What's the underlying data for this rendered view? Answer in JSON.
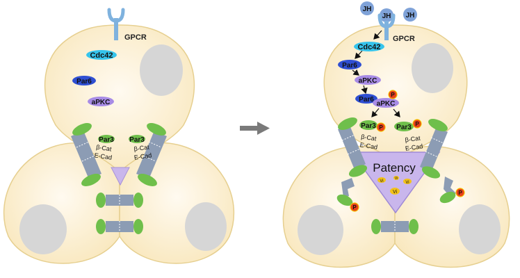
{
  "colors": {
    "cell_fill": "#fdf1d3",
    "cell_stroke": "#e6cf8f",
    "nucleus": "#d6d6d6",
    "receptor": "#7fb2de",
    "cdc42": "#35c4ec",
    "par6": "#2f4fd2",
    "apkc": "#a88ce6",
    "par3": "#6fbf4b",
    "junction": "#8c9cb4",
    "phospho": "#e8401a",
    "lumen": "#c9b6ec",
    "arrow": "#7a7a7a",
    "jh": "#7fa2d8"
  },
  "left_panel": {
    "receptor_label": "GPCR",
    "cdc42": "Cdc42",
    "par6": "Par6",
    "apkc": "aPKC",
    "par3_left": "Par3",
    "par3_right": "Par3",
    "bcat_left": "β-Cat",
    "ecad_left": "E-Cad",
    "bcat_right": "β-Cat",
    "ecad_right": "E-Cad"
  },
  "right_panel": {
    "jh_labels": [
      "JH",
      "JH",
      "JH"
    ],
    "receptor_label": "GPCR",
    "cdc42": "Cdc42",
    "par6_top": "Par6",
    "apkc_top": "aPKC",
    "par6_complex": "Par6",
    "apkc_complex": "aPKC",
    "par3_left": "Par3",
    "par3_right": "Par3",
    "bcat_left": "β-Cat",
    "ecad_left": "E-Cad",
    "bcat_right": "β-Cat",
    "ecad_right": "E-Cad",
    "phospho_label": "P",
    "lumen_label": "Patency",
    "lumen_particles": [
      "Vi",
      "Vi",
      "Vi",
      "Vi"
    ]
  }
}
